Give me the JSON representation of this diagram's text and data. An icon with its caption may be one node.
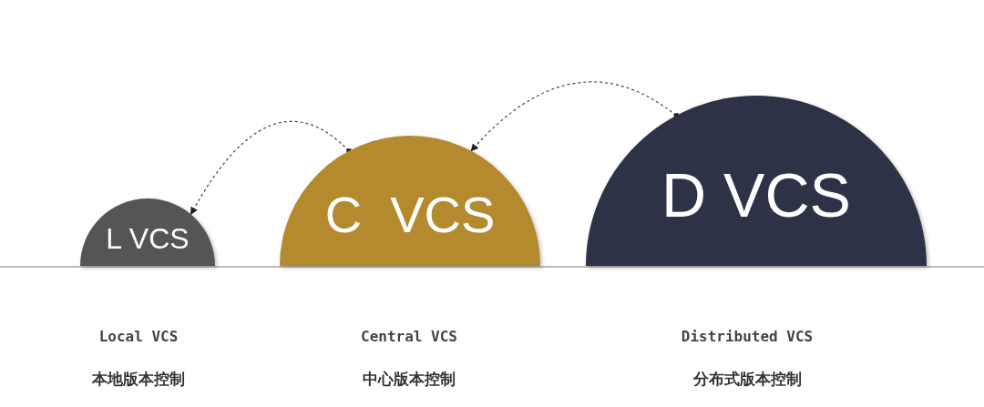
{
  "diagram": {
    "nodes": [
      {
        "text": [
          "L VCS"
        ],
        "beside": [
          "Local VCS",
          "本地版本控制"
        ]
      },
      {
        "text": [
          "C  VCS"
        ],
        "beside": [
          "Central VCS",
          "中心版本控制"
        ]
      },
      {
        "text": [
          "D VCS"
        ],
        "beside": [
          "Distributed VCS",
          "分布式版本控制"
        ]
      }
    ],
    "edges": [
      {
        "from": 1,
        "to": 0,
        "arrow": "to",
        "style": "dashed"
      },
      {
        "from": 2,
        "to": 1,
        "arrow": "to",
        "style": "dashed"
      }
    ]
  }
}
